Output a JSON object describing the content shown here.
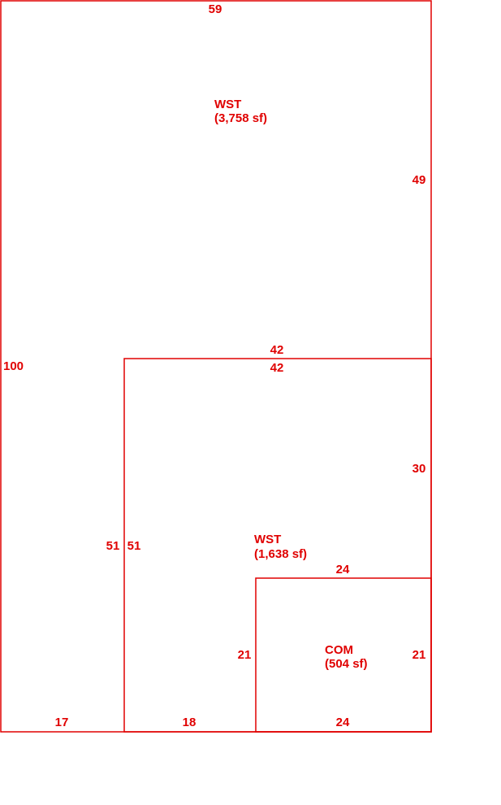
{
  "colors": {
    "line": "#e00000",
    "background": "#ffffff"
  },
  "areas": [
    {
      "name": "WST",
      "size": "(3,758 sf)"
    },
    {
      "name": "WST",
      "size": "(1,638 sf)"
    },
    {
      "name": "COM",
      "size": "(504 sf)"
    }
  ],
  "dimensions": {
    "outer_top": "59",
    "outer_left": "100",
    "outer_right_upper": "49",
    "outer_bottom_left": "17",
    "upper_divider_top": "42",
    "mid_top": "42",
    "mid_left_outer": "51",
    "mid_left_inner": "51",
    "mid_right": "30",
    "mid_bottom": "18",
    "com_top": "24",
    "com_left": "21",
    "com_right": "21",
    "com_bottom": "24"
  }
}
